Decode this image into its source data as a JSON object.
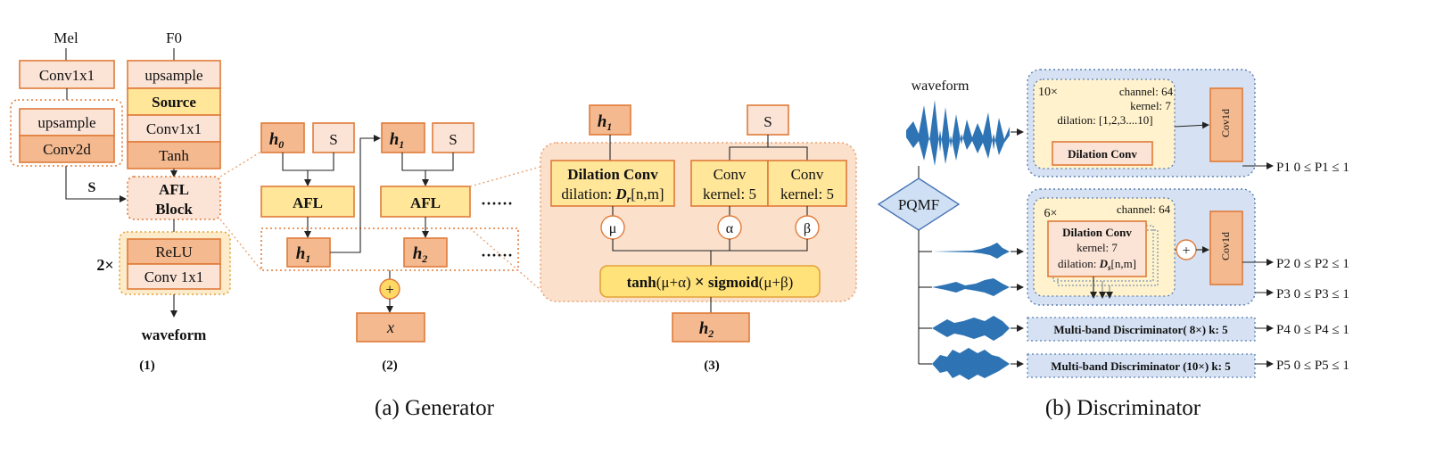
{
  "generator": {
    "part1": {
      "mel": "Mel",
      "f0": "F0",
      "conv1x1": "Conv1x1",
      "upsample": "upsample",
      "conv2d": "Conv2d",
      "f0_upsample": "upsample",
      "source": "Source",
      "f0_conv1x1": "Conv1x1",
      "tanh": "Tanh",
      "s_label": "S",
      "afl_block_1": "AFL",
      "afl_block_2": "Block",
      "repeat": "2×",
      "relu": "ReLU",
      "conv_1x1": "Conv 1x1",
      "output": "waveform",
      "caption": "(1)"
    },
    "part2": {
      "h0": "h",
      "h0_sub": "0",
      "s1": "S",
      "s2": "S",
      "h1_top": "h",
      "h1_top_sub": "1",
      "afl1": "AFL",
      "afl2": "AFL",
      "h1": "h",
      "h1_sub": "1",
      "h2": "h",
      "h2_sub": "2",
      "dots": "······",
      "plus": "+",
      "x": "x",
      "caption": "(2)"
    },
    "part3": {
      "h1": "h",
      "h1_sub": "1",
      "s": "S",
      "dilation_title": "Dilation Conv",
      "dilation_prefix": "dilation:",
      "d_r": "D",
      "d_r_sub": "r",
      "d_r_suffix": "[n,m]",
      "conv1_title": "Conv",
      "conv1_kernel": "kernel: 5",
      "conv2_title": "Conv",
      "conv2_kernel": "kernel: 5",
      "mu": "μ",
      "alpha": "α",
      "beta": "β",
      "formula_tanh": "tanh",
      "formula_tanh_arg": "(μ+α)",
      "formula_times": "×",
      "formula_sigmoid": "sigmoid",
      "formula_sigmoid_arg": "(μ+β)",
      "h2": "h",
      "h2_sub": "2",
      "caption": "(3)"
    },
    "caption": "(a) Generator"
  },
  "discriminator": {
    "waveform_label": "waveform",
    "pqmf": "PQMF",
    "block1": {
      "repeat": "10×",
      "channel": "channel: 64",
      "kernel": "kernel: 7",
      "dilation": "dilation: [1,2,3....10]",
      "dilation_conv": "Dilation Conv",
      "conv1d": "Cov1d"
    },
    "block2": {
      "repeat": "6×",
      "channel": "channel: 64",
      "dilation_conv": "Dilation Conv",
      "kernel": "kernel: 7",
      "dilation_prefix": "dilation:",
      "d_s": "D",
      "d_s_sub": "s",
      "d_s_suffix": "[n,m]",
      "plus": "+",
      "conv1d": "Cov1d"
    },
    "mbd1": "Multi-band Discriminator( 8×) k: 5",
    "mbd2": "Multi-band Discriminator (10×) k: 5",
    "outputs": [
      "P1  0  ≤ P1 ≤ 1",
      "P2  0  ≤ P2 ≤ 1",
      "P3  0  ≤ P3 ≤ 1",
      "P4  0  ≤ P4 ≤ 1",
      "P5  0  ≤ P5 ≤ 1"
    ],
    "caption": "(b) Discriminator"
  }
}
